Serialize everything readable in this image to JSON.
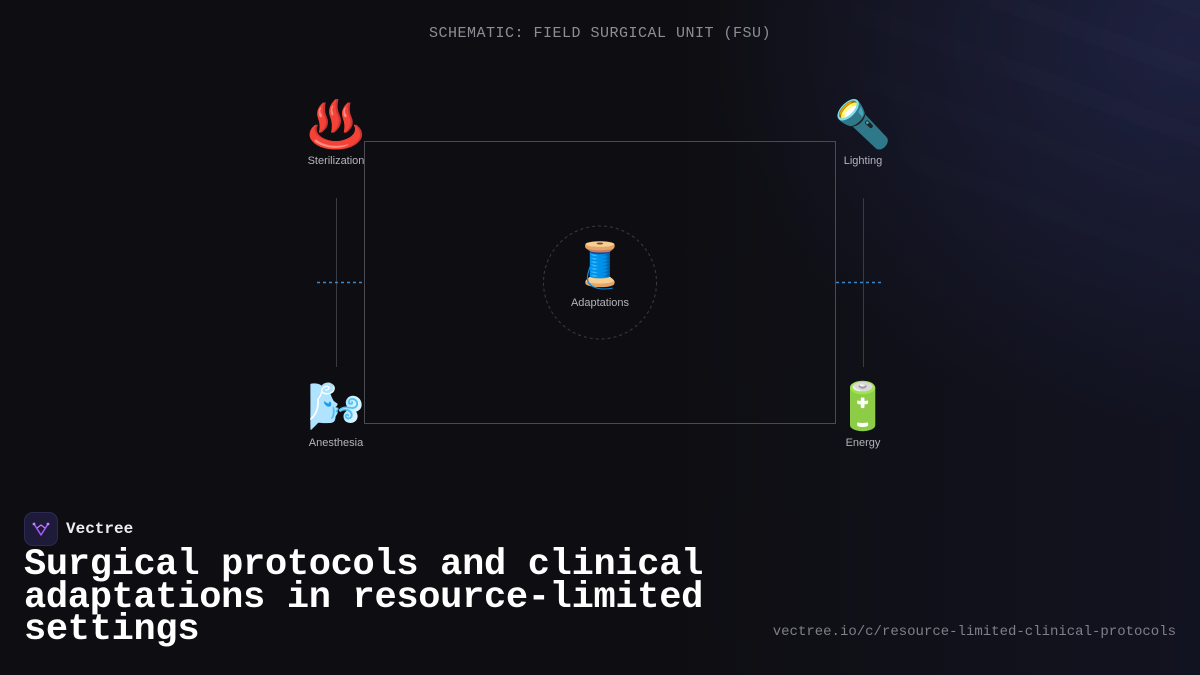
{
  "schematic": {
    "title": "SCHEMATIC: FIELD SURGICAL UNIT (FSU)"
  },
  "nodes": {
    "sterilization": {
      "label": "Sterilization",
      "icon": "hot-springs-icon",
      "glyph": "♨️"
    },
    "lighting": {
      "label": "Lighting",
      "icon": "flashlight-icon",
      "glyph": "🔦"
    },
    "center": {
      "label": "Adaptations",
      "icon": "thread-spool-icon",
      "glyph": "🧵"
    },
    "anesthesia": {
      "label": "Anesthesia",
      "icon": "wind-face-icon",
      "glyph": "🌬️"
    },
    "energy": {
      "label": "Energy",
      "icon": "battery-icon",
      "glyph": "🔋"
    }
  },
  "brand": {
    "name": "Vectree",
    "logo_icon": "vectree-logo-icon",
    "accent": "#a855f7"
  },
  "headline": "Surgical protocols and clinical adaptations in resource-limited settings",
  "url": "vectree.io/c/resource-limited-clinical-protocols",
  "colors": {
    "background": "#0e0e12",
    "frame": "#4a4a52",
    "connector": "#3a86c8"
  }
}
